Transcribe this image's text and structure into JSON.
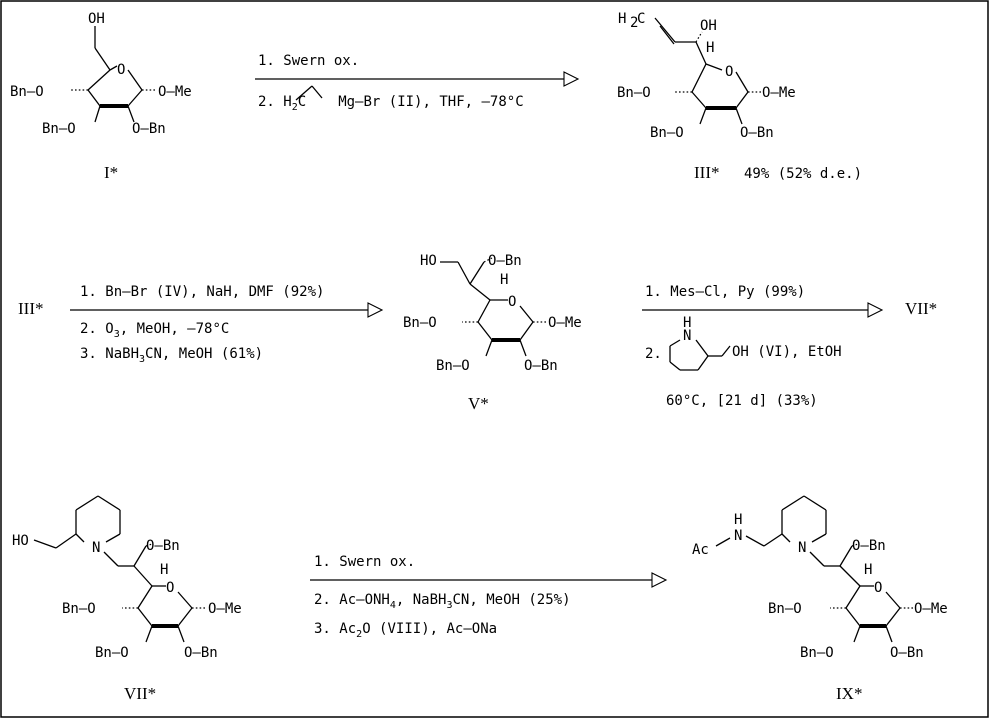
{
  "compounds": {
    "I": "I*",
    "III": "III*",
    "III_yield": "49% (52% d.e.)",
    "III_start": "III*",
    "V": "V*",
    "VII": "VII*",
    "VII_start": "VII*",
    "IX": "IX*"
  },
  "reactions": {
    "r1": {
      "line1": "1. Swern ox.",
      "line2a": "2. H",
      "line2b": "C",
      "line2c": "Mg–Br  (II), THF, –78°C",
      "sub2": "2"
    },
    "r2": {
      "line1": "1. Bn–Br  (IV), NaH, DMF  (92%)",
      "line2a": "2. O",
      "line2b": ",  MeOH,  –78°C",
      "line3a": "3. NaBH",
      "line3b": "CN,  MeOH  (61%)",
      "sub3": "3"
    },
    "r3": {
      "line1": "1. Mes–Cl, Py (99%)",
      "line2a": "2.",
      "line2b": "OH   (VI), EtOH",
      "nh": "H",
      "n": "N",
      "line3": "60°C, [21 d] (33%)"
    },
    "r4": {
      "line1": "1. Swern ox.",
      "line2a": "2. Ac–ONH",
      "line2b": ", NaBH",
      "line2c": "CN,  MeOH  (25%)",
      "line3a": "3. Ac",
      "line3b": "O   (VIII), Ac–ONa",
      "sub2": "2",
      "sub3": "3",
      "sub4": "4"
    }
  },
  "atoms": {
    "oh": "OH",
    "o": "O",
    "ome": "O–Me",
    "obn": "O–Bn",
    "bno": "Bn–O",
    "h": "H",
    "h2c": "H",
    "c": "C",
    "two": "2",
    "ho": "HO",
    "n": "N",
    "ac": "Ac",
    "nh_n": "N",
    "nh_h": "H"
  }
}
